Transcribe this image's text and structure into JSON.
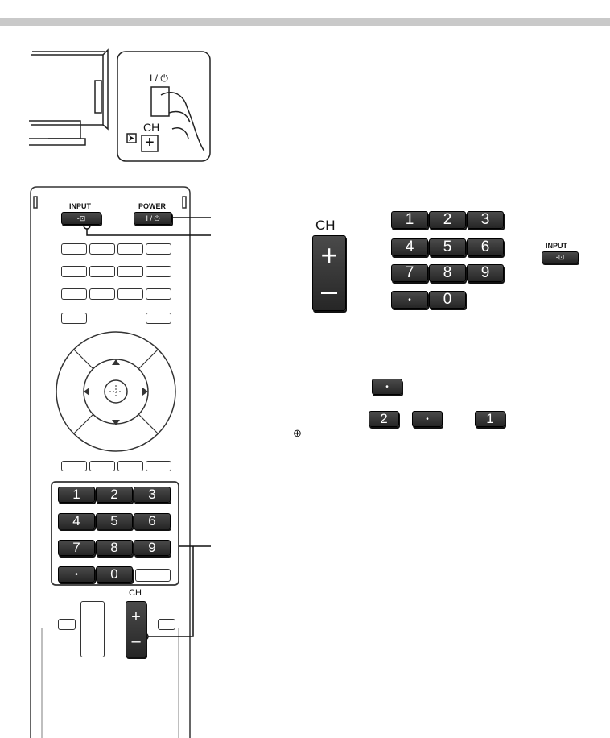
{
  "labels": {
    "tv_power": "I / ⏻",
    "tv_ch": "CH",
    "tv_ch_plus": "+",
    "remote_input": "INPUT",
    "remote_power": "POWER",
    "remote_power_glyph": "I / ⏻",
    "remote_ch": "CH",
    "remote_ch_plus": "+",
    "remote_ch_minus": "–",
    "large_ch": "CH",
    "large_ch_plus": "+",
    "large_ch_minus": "–",
    "side_input": "INPUT"
  },
  "keypad": {
    "rows": [
      [
        "1",
        "2",
        "3"
      ],
      [
        "4",
        "5",
        "6"
      ],
      [
        "7",
        "8",
        "9"
      ]
    ],
    "dot": "•",
    "zero": "0"
  },
  "example": {
    "dot": "•",
    "two": "2",
    "one": "1",
    "center_icon": "⊕"
  },
  "icons": [
    "input-icon",
    "power-icon",
    "arrow-up-icon",
    "arrow-down-icon",
    "arrow-left-icon",
    "arrow-right-icon",
    "center-select-icon"
  ]
}
